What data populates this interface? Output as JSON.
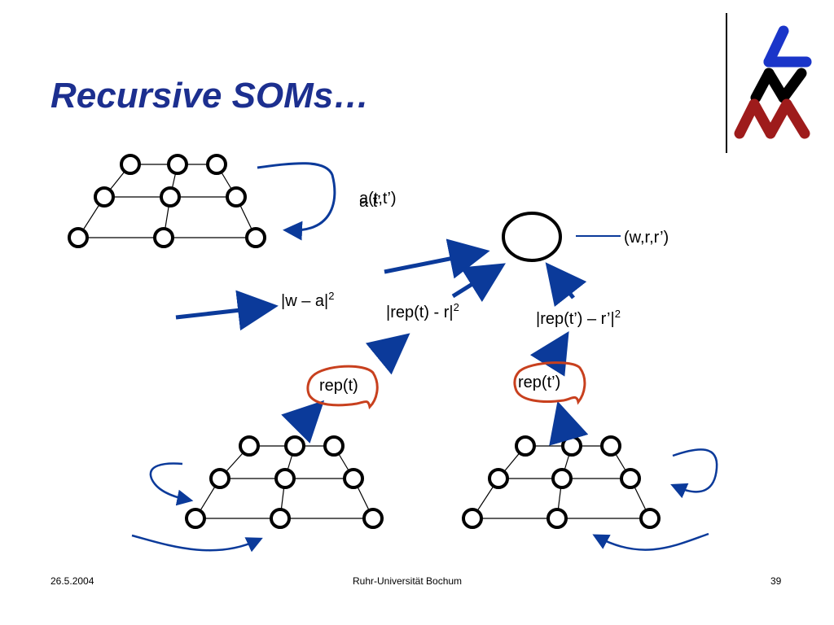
{
  "slide": {
    "title": "Recursive SOMs…",
    "colors": {
      "title": "#1c2f8f",
      "arrow": "#0b3a9a",
      "highlight": "#c8401e",
      "logo_blue": "#1a35c9",
      "logo_black": "#000000",
      "logo_red": "#9e1b1b"
    }
  },
  "diagram": {
    "label_a_t": "a(t,t’)",
    "label_a_t_overlap": "a   t’",
    "label_wrr": "(w,r,r’)",
    "label_dist_w": "|w – a|",
    "label_dist_rep_t": "|rep(t) - r|",
    "label_dist_rep_tp": "|rep(t’) – r’|",
    "superscript": "2",
    "label_rep_t": "rep(t)",
    "label_rep_tp": "rep(t’)"
  },
  "footer": {
    "date": "26.5.2004",
    "institution": "Ruhr-Universität Bochum",
    "page": "39"
  }
}
